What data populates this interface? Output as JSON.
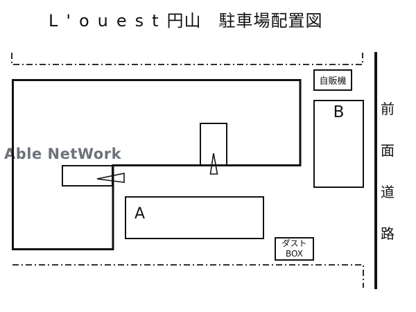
{
  "title": {
    "latin": "L'ouest",
    "kanji": "円山　駐車場配置図"
  },
  "watermark": "Able NetWork",
  "labels": {
    "vending": "自販機",
    "space_a": "A",
    "space_b": "B",
    "dust_line1": "ダスト",
    "dust_line2": "BOX"
  },
  "road": {
    "c1": "前",
    "c2": "面",
    "c3": "道",
    "c4": "路"
  },
  "colors": {
    "line": "#111111",
    "watermark": "#6d727a",
    "background": "#ffffff"
  }
}
